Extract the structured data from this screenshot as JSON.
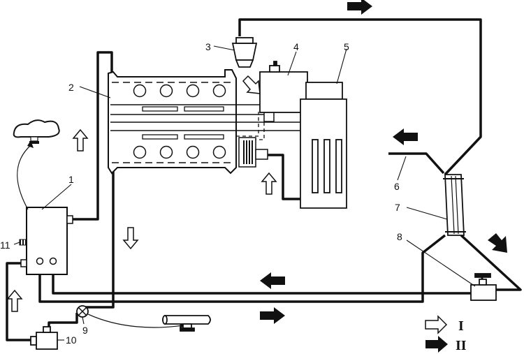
{
  "labels": {
    "n1": "1",
    "n2": "2",
    "n3": "3",
    "n4": "4",
    "n5": "5",
    "n6": "6",
    "n7": "7",
    "n8": "8",
    "n9": "9",
    "n10": "10",
    "n11": "11"
  },
  "legend": {
    "hollow_arrow_label": "I",
    "solid_arrow_label": "II"
  },
  "colors": {
    "line": "#111111",
    "background": "#ffffff"
  }
}
